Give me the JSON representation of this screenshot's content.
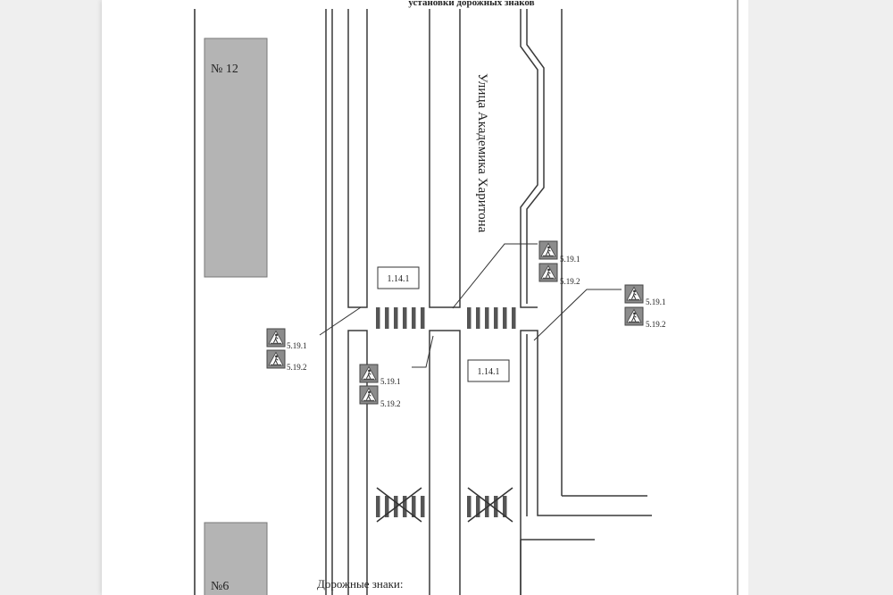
{
  "header_text": "установки дорожных знаков",
  "street_name": "Улица Академика Харитона",
  "buildings": [
    {
      "label": "№ 12"
    },
    {
      "label": "№6"
    }
  ],
  "marking_label": "1.14.1",
  "sign_codes": {
    "first": "5.19.1",
    "second": "5.19.2"
  },
  "legend_title": "Дорожные знаки:",
  "colors": {
    "building_fill": "#b4b4b4",
    "line": "#3a3a3a",
    "sign_fill": "#8c8c8c",
    "page_bg": "#ffffff",
    "outer_bg": "#efefef"
  },
  "icons": [
    "pedestrian-crossing-sign-icon",
    "crossed-out-crosswalk-icon"
  ]
}
